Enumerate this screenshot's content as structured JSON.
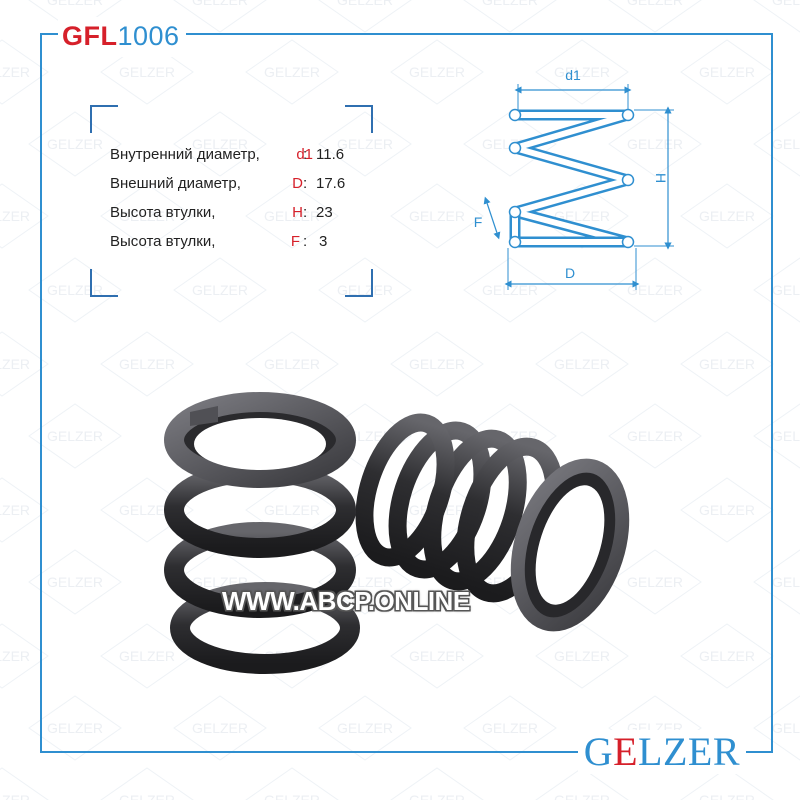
{
  "title": {
    "series": "GFL",
    "number": "1006"
  },
  "specs": [
    {
      "label": "Внутренний диаметр,",
      "symbol": "d1",
      "value": "11.6"
    },
    {
      "label": "Внешний диаметр,",
      "symbol": "D",
      "value": "17.6"
    },
    {
      "label": "Высота втулки,",
      "symbol": "H",
      "value": "23"
    },
    {
      "label": "Высота втулки,",
      "symbol": "F",
      "value": "3"
    }
  ],
  "diagram": {
    "label_d1": "d1",
    "label_H": "H",
    "label_F": "F",
    "label_D": "D"
  },
  "watermark": "GELZER",
  "brand": {
    "g": "G",
    "e": "E",
    "rest": "LZER"
  },
  "url": "WWW.ABCP.ONLINE",
  "colors": {
    "accent_blue": "#2f8fd0",
    "accent_red": "#d6202a",
    "spring_dark": "#2b2b2e"
  }
}
